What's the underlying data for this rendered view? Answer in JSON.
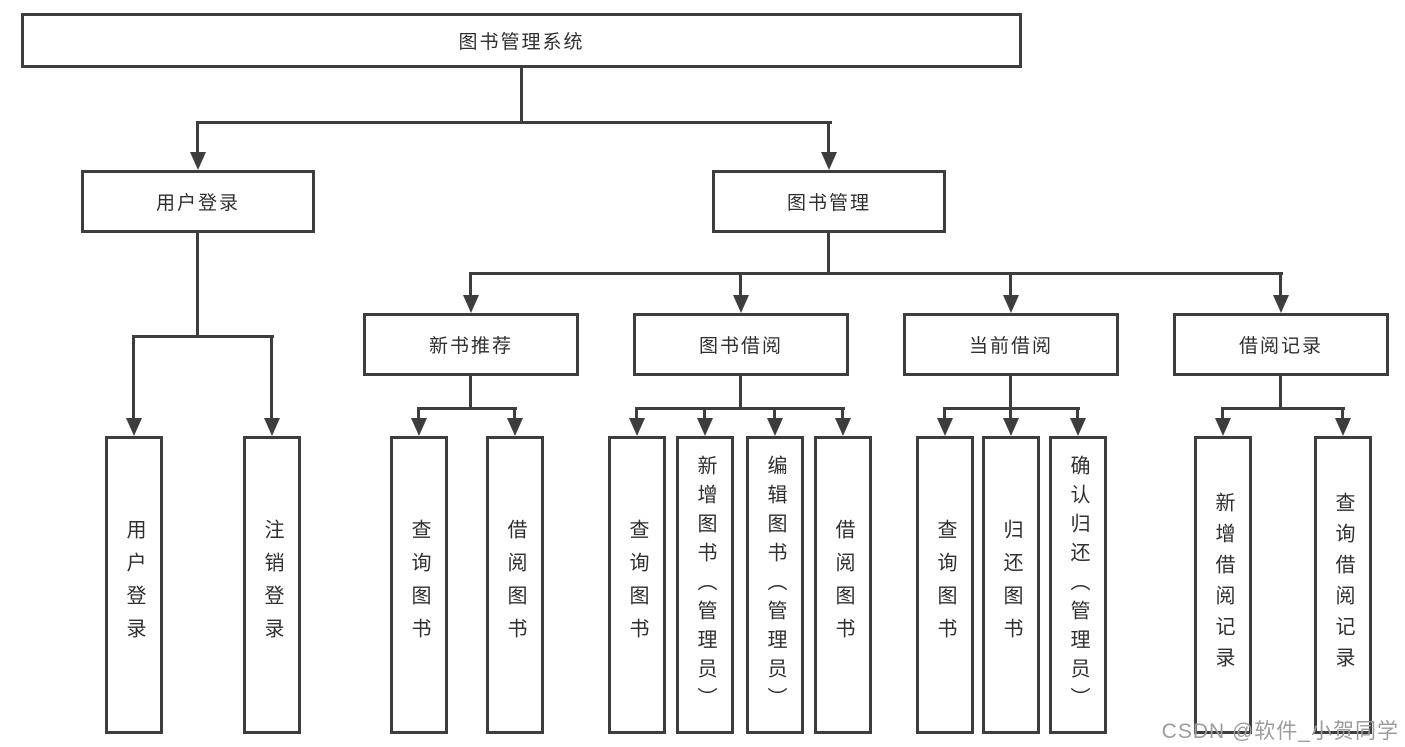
{
  "diagram": {
    "root": {
      "label": "图书管理系统"
    },
    "branches": [
      {
        "label": "用户登录",
        "children": [
          {
            "label": "用户登录"
          },
          {
            "label": "注销登录"
          }
        ]
      },
      {
        "label": "图书管理",
        "children": [
          {
            "label": "新书推荐",
            "children": [
              {
                "label": "查询图书"
              },
              {
                "label": "借阅图书"
              }
            ]
          },
          {
            "label": "图书借阅",
            "children": [
              {
                "label": "查询图书"
              },
              {
                "label": "新增图书（管理员）"
              },
              {
                "label": "编辑图书（管理员）"
              },
              {
                "label": "借阅图书"
              }
            ]
          },
          {
            "label": "当前借阅",
            "children": [
              {
                "label": "查询图书"
              },
              {
                "label": "归还图书"
              },
              {
                "label": "确认归还（管理员）"
              }
            ]
          },
          {
            "label": "借阅记录",
            "children": [
              {
                "label": "新增借阅记录"
              },
              {
                "label": "查询借阅记录"
              }
            ]
          }
        ]
      }
    ]
  },
  "watermark": {
    "text": "CSDN @软件_小贺同学"
  },
  "colors": {
    "line": "#3d3d3d",
    "text": "#2f2f2f",
    "watermark": "#9c9c9c",
    "background": "#ffffff"
  }
}
